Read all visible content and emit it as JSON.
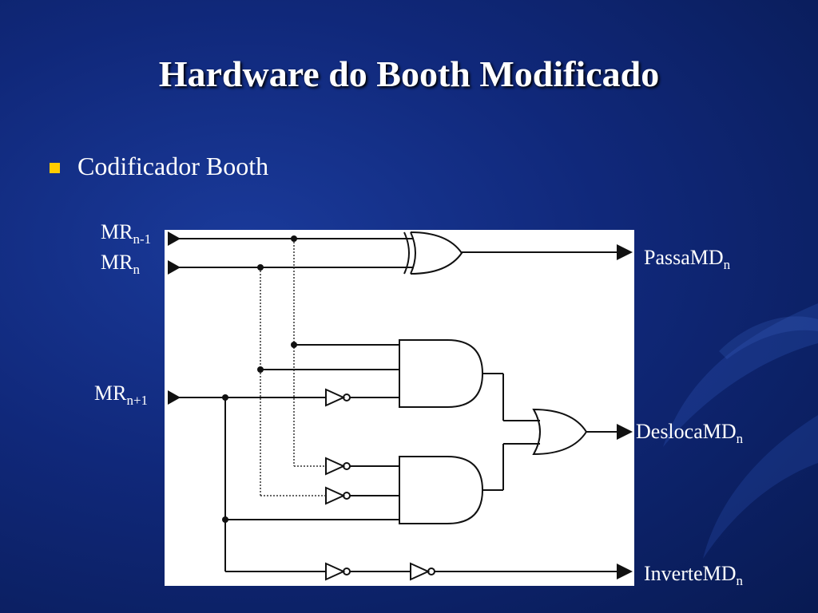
{
  "slide": {
    "title": "Hardware do Booth Modificado",
    "bullet": "Codificador Booth"
  },
  "inputs": {
    "mr_n_minus_1": {
      "base": "MR",
      "sub": "n-1"
    },
    "mr_n": {
      "base": "MR",
      "sub": "n"
    },
    "mr_n_plus_1": {
      "base": "MR",
      "sub": "n+1"
    }
  },
  "outputs": {
    "passa": {
      "base": "PassaMD",
      "sub": "n"
    },
    "desloca": {
      "base": "DeslocaMD",
      "sub": "n"
    },
    "inverte": {
      "base": "InverteMD",
      "sub": "n"
    }
  },
  "colors": {
    "background": "#10287a",
    "bullet": "#ffcc00",
    "text": "#ffffff",
    "wire": "#111111",
    "panel": "#ffffff"
  }
}
